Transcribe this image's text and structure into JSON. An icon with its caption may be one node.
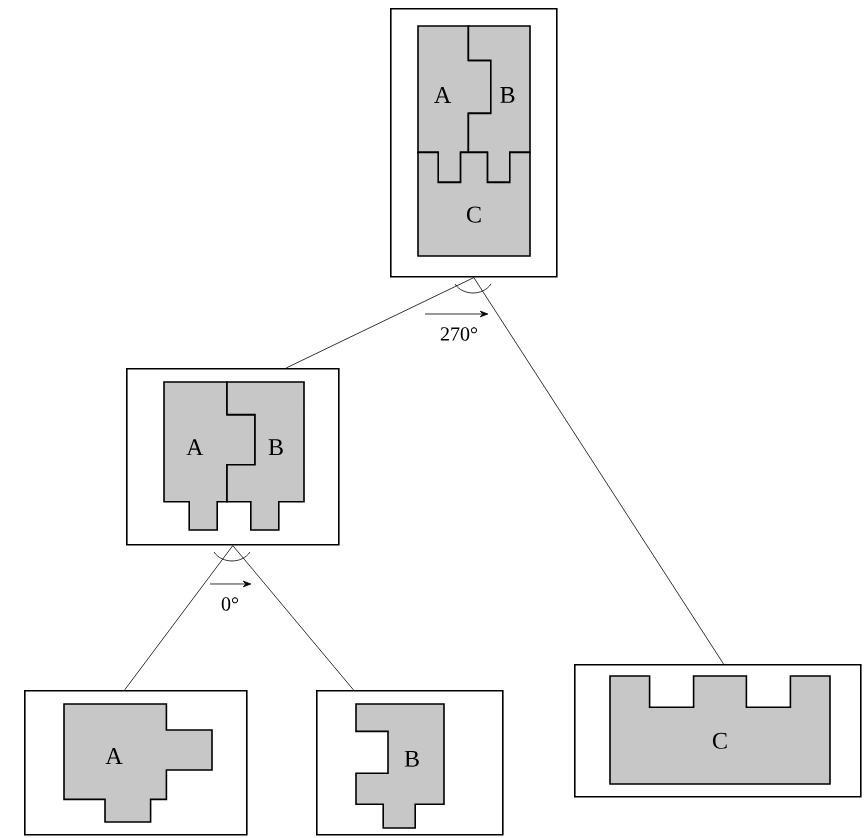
{
  "diagram": {
    "nodes": [
      {
        "text": [],
        "shape": "box"
      },
      {
        "text": [
          "A"
        ],
        "in": 0
      },
      {
        "text": [
          "B"
        ],
        "in": 0
      },
      {
        "text": [
          "C"
        ],
        "in": 0
      },
      {
        "text": [],
        "shape": "box"
      },
      {
        "text": [
          "A"
        ],
        "in": 4
      },
      {
        "text": [
          "B"
        ],
        "in": 4
      },
      {
        "text": [],
        "shape": "box"
      },
      {
        "text": [
          "A"
        ],
        "in": 7
      },
      {
        "text": [],
        "shape": "box"
      },
      {
        "text": [
          "B"
        ],
        "in": 9
      },
      {
        "text": [],
        "shape": "box"
      },
      {
        "text": [
          "C"
        ],
        "in": 11
      }
    ],
    "edges": [
      {
        "from": 0,
        "to": 4,
        "arrow": "none"
      },
      {
        "from": 0,
        "to": 11,
        "arrow": "none"
      },
      {
        "from": 4,
        "to": 7,
        "arrow": "none"
      },
      {
        "from": 4,
        "to": 9,
        "arrow": "none"
      }
    ],
    "labels": [
      "270°",
      "0°"
    ]
  }
}
